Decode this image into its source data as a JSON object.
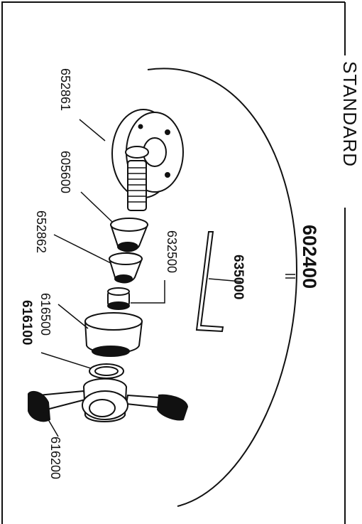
{
  "frame": {
    "title": "STANDARD"
  },
  "group_label": "602400",
  "parts": [
    {
      "id": "p1",
      "number": "652861"
    },
    {
      "id": "p2",
      "number": "605600"
    },
    {
      "id": "p3",
      "number": "652862"
    },
    {
      "id": "p4",
      "number": "632500"
    },
    {
      "id": "p5",
      "number": "635000"
    },
    {
      "id": "p6",
      "number": "616500"
    },
    {
      "id": "p7",
      "number": "616100"
    },
    {
      "id": "p8",
      "number": "616200"
    }
  ]
}
